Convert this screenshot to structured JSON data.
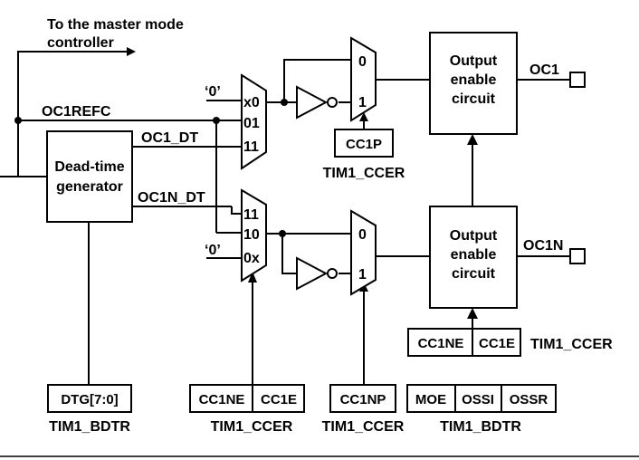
{
  "labels": {
    "master_mode_line1": "To the master mode",
    "master_mode_line2": "controller",
    "oc1refc": "OC1REFC",
    "oc1_dt": "OC1_DT",
    "oc1n_dt": "OC1N_DT",
    "zero_top": "‘0’",
    "zero_bottom": "‘0’",
    "mux1_in_x0": "x0",
    "mux1_in_01": "01",
    "mux1_in_11": "11",
    "mux2_in_11": "11",
    "mux2_in_10": "10",
    "mux2_in_0x": "0x",
    "pol1_in_0": "0",
    "pol1_in_1": "1",
    "pol2_in_0": "0",
    "pol2_in_1": "1",
    "dead_time_line1": "Dead-time",
    "dead_time_line2": "generator",
    "oe1_line1": "Output",
    "oe1_line2": "enable",
    "oe1_line3": "circuit",
    "oe2_line1": "Output",
    "oe2_line2": "enable",
    "oe2_line3": "circuit",
    "oc1": "OC1",
    "oc1n": "OC1N"
  },
  "registers": {
    "cc1p": "CC1P",
    "cc1p_reg": "TIM1_CCER",
    "cc1ne_top": "CC1NE",
    "cc1e_top": "CC1E",
    "ccer_top_reg": "TIM1_CCER",
    "dtg": "DTG[7:0]",
    "dtg_reg": "TIM1_BDTR",
    "cc1ne_mux": "CC1NE",
    "cc1e_mux": "CC1E",
    "ccer_mux_reg": "TIM1_CCER",
    "cc1np": "CC1NP",
    "cc1np_reg": "TIM1_CCER",
    "moe": "MOE",
    "ossi": "OSSI",
    "ossr": "OSSR",
    "bdtr_reg": "TIM1_BDTR"
  }
}
